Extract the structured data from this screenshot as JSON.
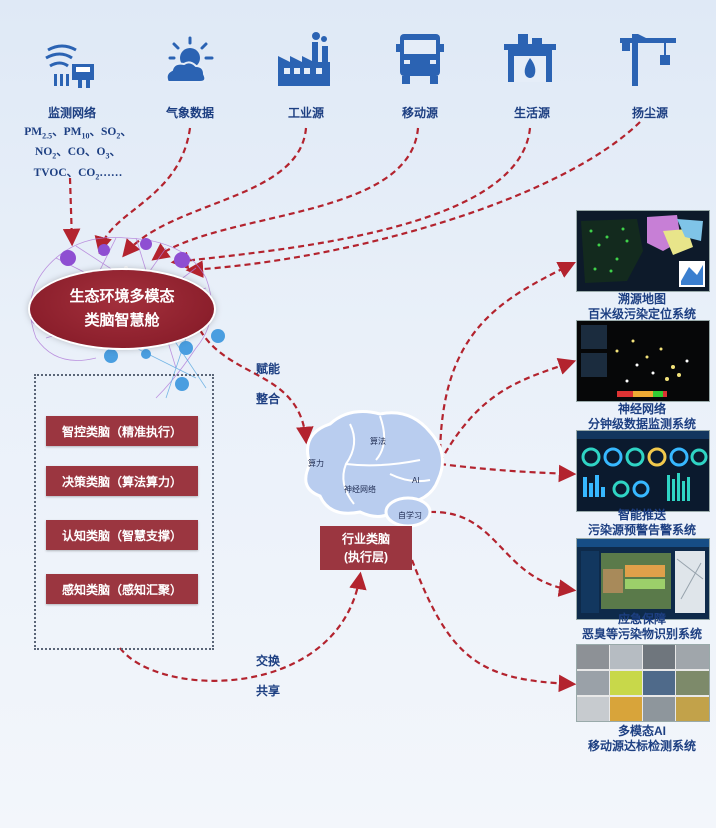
{
  "sources": [
    {
      "label": "监测网络",
      "icon": "monitoring-network-icon"
    },
    {
      "label": "气象数据",
      "icon": "weather-icon"
    },
    {
      "label": "工业源",
      "icon": "factory-icon"
    },
    {
      "label": "移动源",
      "icon": "truck-icon"
    },
    {
      "label": "生活源",
      "icon": "household-icon"
    },
    {
      "label": "扬尘源",
      "icon": "crane-icon"
    }
  ],
  "pollutants": {
    "pm25_base": "PM",
    "pm25_sub": "2.5",
    "pm10_base": "、PM",
    "pm10_sub": "10",
    "so2_base": "、SO",
    "so2_sub": "2",
    "so2_tail": "、",
    "no2_base": "NO",
    "no2_sub": "2",
    "co": "、CO、",
    "o3_base": "O",
    "o3_sub": "3",
    "o3_tail": "、",
    "tvoc": "TVOC、",
    "co2_base": "CO",
    "co2_sub": "2",
    "co2_tail": "……"
  },
  "core": {
    "line1": "生态环境多模态",
    "line2": "类脑智慧舱"
  },
  "layers": [
    "智控类脑（精准执行）",
    "决策类脑（算法算力）",
    "认知类脑（智慧支撑）",
    "感知类脑（感知汇聚）"
  ],
  "flows": {
    "empower": "赋能",
    "integrate": "整合",
    "exchange": "交换",
    "share": "共享"
  },
  "brain": {
    "compute": "算力",
    "algorithm": "算法",
    "neural": "神经网络",
    "ai": "AI",
    "self_learning": "自学习"
  },
  "industry": {
    "line1": "行业类脑",
    "line2": "(执行层)"
  },
  "systems": [
    {
      "line1": "溯源地图",
      "line2": "百米级污染定位系统"
    },
    {
      "line1": "神经网络",
      "line2": "分钟级数据监测系统"
    },
    {
      "line1": "智能推送",
      "line2": "污染源预警告警系统"
    },
    {
      "line1": "应急保障",
      "line2": "恶臭等污染物识别系统"
    },
    {
      "line1": "多模态AI",
      "line2": "移动源达标检测系统"
    }
  ],
  "colors": {
    "accent": "#9b3640",
    "arrow": "#b3232e",
    "text": "#1d3f82",
    "icon": "#2b63b3"
  }
}
